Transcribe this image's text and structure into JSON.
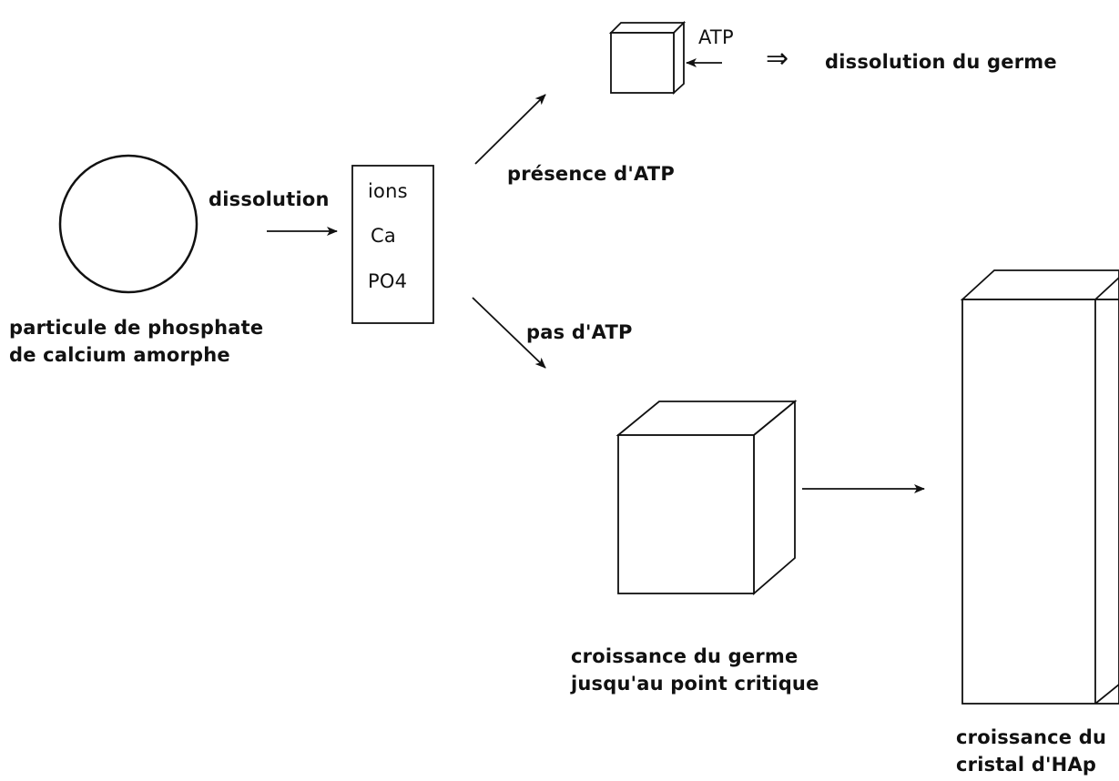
{
  "particle": {
    "caption": [
      "particule de phosphate",
      "de calcium amorphe"
    ]
  },
  "dissolution_label": "dissolution",
  "ions_box": {
    "lines": [
      "ions",
      "Ca",
      "PO4"
    ]
  },
  "atp_branch": {
    "condition": "présence d'ATP",
    "atp_label": "ATP",
    "implies_symbol": "⇒",
    "result": "dissolution du germe"
  },
  "no_atp_branch": {
    "condition": "pas d'ATP",
    "germ_caption": [
      "croissance du germe",
      "jusqu'au point critique"
    ],
    "crystal_caption": [
      "croissance du",
      "cristal d'HAp"
    ]
  }
}
